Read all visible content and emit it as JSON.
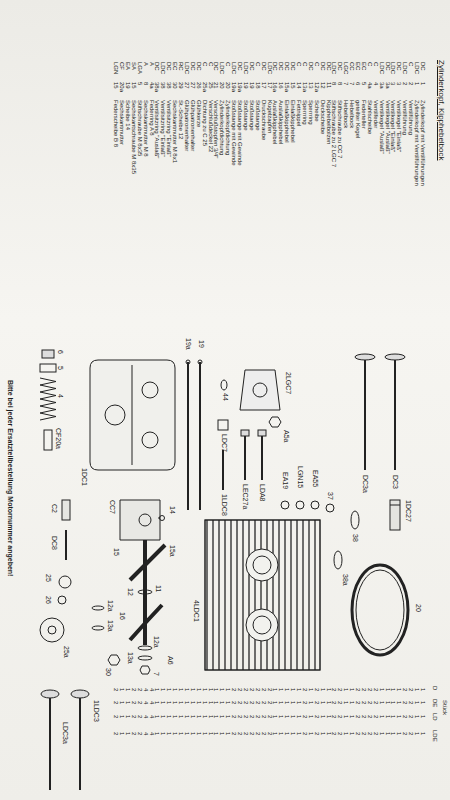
{
  "diagram": {
    "title": "Zylinderkopf, Kipphebelbock",
    "labels": [
      "Stück",
      "D",
      "DE",
      "LD",
      "LDE",
      "DC",
      "1",
      "Zylinderkopf mit Ventilführungen",
      "1",
      "1",
      "1",
      "1",
      "LDC",
      "1",
      "Zylinderkopf mit Ventilführungen",
      "1",
      "1",
      "1",
      "1",
      "C",
      "2",
      "Ventilführung",
      "2",
      "2",
      "2",
      "2",
      "LDC",
      "2",
      "Ventilführung",
      "2",
      "2",
      "2",
      "2",
      "DC",
      "3",
      "Ventilkegel \"Einlaß\"",
      "1",
      "1",
      "1",
      "1",
      "LDC",
      "3",
      "Ventilkegel \"Einlaß\"",
      "1",
      "1",
      "1",
      "1",
      "DC",
      "3a",
      "Ventilkegel \"Auslaß\"",
      "1",
      "1",
      "1",
      "1",
      "LDC",
      "3a",
      "Ventilkegel \"Auslaß\"",
      "1",
      "1",
      "1",
      "1",
      "C",
      "4",
      "Ventilfeder",
      "2",
      "2",
      "2",
      "2",
      "C",
      "4a",
      "Stahlscheibe",
      "2",
      "2",
      "2",
      "2",
      "EC",
      "5",
      "Federteller",
      "2",
      "2",
      "2",
      "2",
      "EC",
      "6",
      "geteilter Kegel",
      "2",
      "2",
      "2",
      "2",
      "CC",
      "7",
      "Hebelbock",
      "1",
      "1",
      "1",
      "1",
      "LGC",
      "7",
      "Hebelbock",
      "1",
      "1",
      "1",
      "1",
      "DC",
      "8",
      "Stiftschraube zu CC 7",
      "2",
      "2",
      "2",
      "2",
      "LDC",
      "8",
      "Stiftschraube zu 2 LGC 7",
      "2",
      "2",
      "2",
      "2",
      "DC",
      "11",
      "Kipphebelbolzen",
      "1",
      "1",
      "1",
      "1",
      "DC",
      "12",
      "Deckscheibe",
      "1",
      "1",
      "1",
      "1",
      "C",
      "12a",
      "Scheibe",
      "2",
      "2",
      "2",
      "2",
      "DC",
      "13",
      "Sperrring",
      "1",
      "1",
      "1",
      "1",
      "C",
      "13a",
      "Sperrring",
      "2",
      "2",
      "2",
      "2",
      "C",
      "14",
      "Fettnippel",
      "1",
      "1",
      "1",
      "1",
      "DC",
      "15",
      "Einlaßkipphebel",
      "1",
      "1",
      "1",
      "1",
      "DC",
      "15a",
      "Einlaßkipphebel",
      "1",
      "1",
      "1",
      "1",
      "DC",
      "16",
      "Auslaßkipphebel",
      "1",
      "1",
      "1",
      "1",
      "DC",
      "16a",
      "Auslaßkipphebel",
      "1",
      "1",
      "1",
      "1",
      "LDC",
      "17",
      "Kugelzapfen",
      "2",
      "2",
      "2",
      "2",
      "DC",
      "17",
      "Druckschraube",
      "2",
      "2",
      "2",
      "2",
      "C",
      "18",
      "Stoßstange",
      "2",
      "2",
      "2",
      "2",
      "DC",
      "19",
      "Stoßstange",
      "2",
      "2",
      "2",
      "2",
      "LDC",
      "19",
      "Stoßstange",
      "2",
      "2",
      "2",
      "2",
      "DC",
      "19a",
      "Stoßstange mit Gewinde",
      "2",
      "2",
      "2",
      "2",
      "LDC",
      "19a",
      "Stoßstange mit Gewinde",
      "2",
      "2",
      "2",
      "2",
      "C",
      "20",
      "Zylinderkopfdichtung",
      "1",
      "1",
      "1",
      "1",
      "LDC",
      "20",
      "Zylinderkopfdichtung",
      "1",
      "1",
      "1",
      "1",
      "DC",
      "21",
      "Verschlußstopfen 3/4\"",
      "1",
      "1",
      "1",
      "1",
      "C",
      "25",
      "Verschlußdeckel 22",
      "1",
      "1",
      "1",
      "1",
      "C",
      "25a",
      "Dichtung zu C 25",
      "1",
      "1",
      "1",
      "1",
      "DC",
      "26",
      "Glühkerze",
      "1",
      "1",
      "1",
      "1",
      "DC",
      "27",
      "Glühpatronenhalter",
      "1",
      "1",
      "1",
      "1",
      "LDC",
      "27",
      "Glühpatronenhalter",
      "1",
      "1",
      "1",
      "1",
      "RC",
      "29",
      "St.-Scheibe 12",
      "1",
      "1",
      "1",
      "1",
      "EC",
      "30",
      "Sechskantmutter M 8x1",
      "1",
      "1",
      "1",
      "1",
      "DC",
      "38",
      "Ventilsitzring \"Einlaß\"",
      "1",
      "1",
      "1",
      "1",
      "LDC",
      "38",
      "Ventilsitzring \"Einlaß\"",
      "1",
      "1",
      "1",
      "1",
      "DC",
      "38a",
      "Ventilsitzring \"Auslaß\"",
      "1",
      "1",
      "1",
      "1",
      "A",
      "4a",
      "Federring A 8",
      "4",
      "4",
      "4",
      "4",
      "A",
      "8",
      "Sechskantmutter M 8",
      "4",
      "4",
      "4",
      "4",
      "LGA",
      "5",
      "Stiftschraube M 8x35",
      "2",
      "2",
      "2",
      "2",
      "SA",
      "15",
      "Sechskantschraube M 8x35",
      "2",
      "2",
      "2",
      "2",
      "EA",
      "19",
      "Scheibe 14",
      "1",
      "1",
      "1",
      "1",
      "CF",
      "20a",
      "Sechskantmutter",
      "1",
      "1",
      "1",
      "1",
      "LGN",
      "15",
      "Federscheibe B 8",
      "2",
      "2",
      "2",
      "2",
      "6",
      "5",
      "4",
      "CF20a",
      "14",
      "15a",
      "15",
      "CC7",
      "11",
      "12",
      "12a",
      "13a",
      "A6",
      "7",
      "16",
      "30",
      "12a",
      "13a",
      "C2",
      "DC8",
      "25",
      "26",
      "25a",
      "1DC1",
      "2LGC7",
      "A5a",
      "44",
      "LDA8",
      "LEC27a",
      "LDC7",
      "1LDC8",
      "19",
      "19a",
      "EA55",
      "LGN15",
      "EA19",
      "37",
      "1DC27",
      "DC3",
      "DC3a",
      "20",
      "38",
      "38a",
      "4LDC1",
      "1LDC3",
      "LDC3a",
      "Bitte bei jeder Ersatzteilbestellung Motornummer angeben!"
    ]
  }
}
